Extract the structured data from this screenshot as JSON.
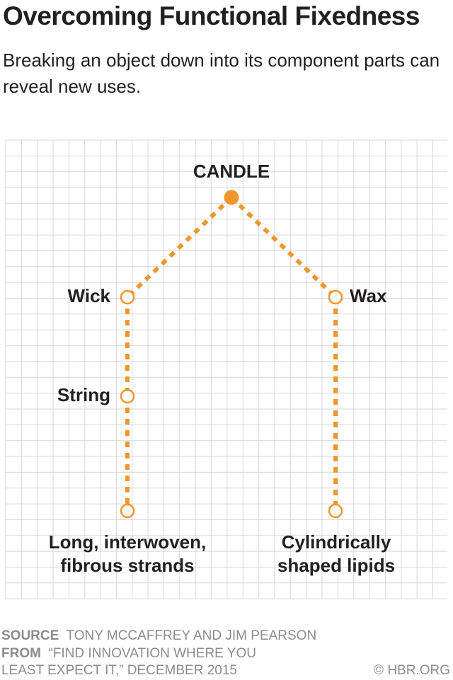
{
  "header": {
    "title": "Overcoming Functional Fixedness",
    "subtitle": "Breaking an object down into its component parts can reveal new uses."
  },
  "diagram": {
    "accent_color": "#f0962f",
    "grid_color": "#d4d8dd",
    "root": {
      "id": "candle",
      "label": "CANDLE"
    },
    "nodes": [
      {
        "id": "wick",
        "label": "Wick",
        "parent": "candle",
        "column": "left"
      },
      {
        "id": "string",
        "label": "String",
        "parent": "wick",
        "column": "left"
      },
      {
        "id": "strands",
        "label_lines": [
          "Long, interwoven,",
          "fibrous strands"
        ],
        "parent": "string",
        "column": "left"
      },
      {
        "id": "wax",
        "label": "Wax",
        "parent": "candle",
        "column": "right"
      },
      {
        "id": "lipids",
        "label_lines": [
          "Cylindrically",
          "shaped lipids"
        ],
        "parent": "wax",
        "column": "right"
      }
    ]
  },
  "footer": {
    "source_label": "SOURCE",
    "source_text": "TONY MCCAFFREY AND JIM PEARSON",
    "from_label": "FROM",
    "from_text": "“FIND INNOVATION WHERE YOU",
    "from_text_2": "LEAST EXPECT IT,” DECEMBER 2015",
    "credit": "© HBR.ORG"
  }
}
